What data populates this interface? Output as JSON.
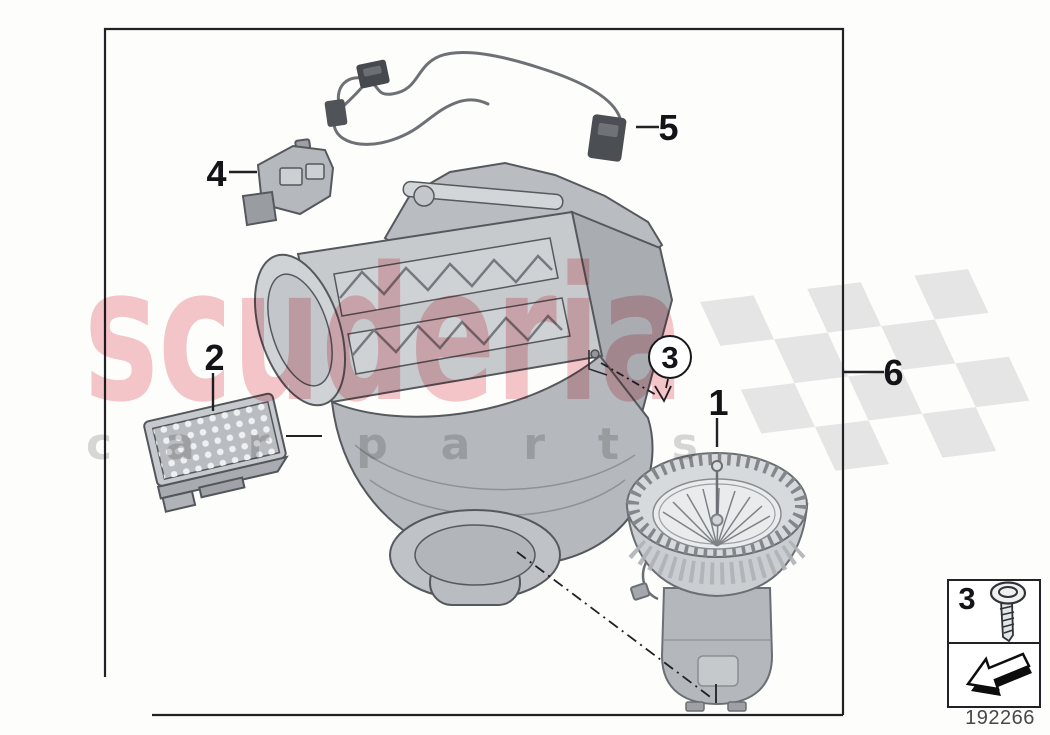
{
  "diagram": {
    "callouts": {
      "c1": {
        "label": "1"
      },
      "c2": {
        "label": "2"
      },
      "c3": {
        "label": "3"
      },
      "c4": {
        "label": "4"
      },
      "c5": {
        "label": "5"
      },
      "c6": {
        "label": "6"
      }
    },
    "legend": {
      "number": "3",
      "icons": [
        "screw-icon",
        "direction-arrow-icon"
      ]
    },
    "footer": {
      "code": "192266"
    }
  },
  "watermark": {
    "title": "scuderia",
    "subtitle": "c a r  p a r t s",
    "flag_icon": "checkered-flag"
  },
  "colors": {
    "wm-red": "#f5c6cb",
    "wm-gray": "#d8d8d8",
    "flag-gray": "#e5e5e5",
    "line": "#212126",
    "code-gray": "#48484c"
  }
}
